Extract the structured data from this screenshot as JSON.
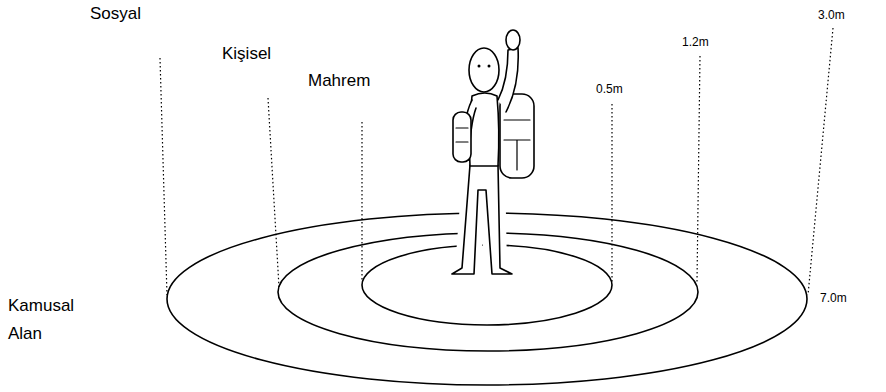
{
  "diagram": {
    "labels": [
      "Sosyal",
      "Kişisel",
      "Mahrem",
      "0.5m",
      "1.2m",
      "3.0m",
      "Kamusal Alan",
      "7.0m"
    ]
  }
}
